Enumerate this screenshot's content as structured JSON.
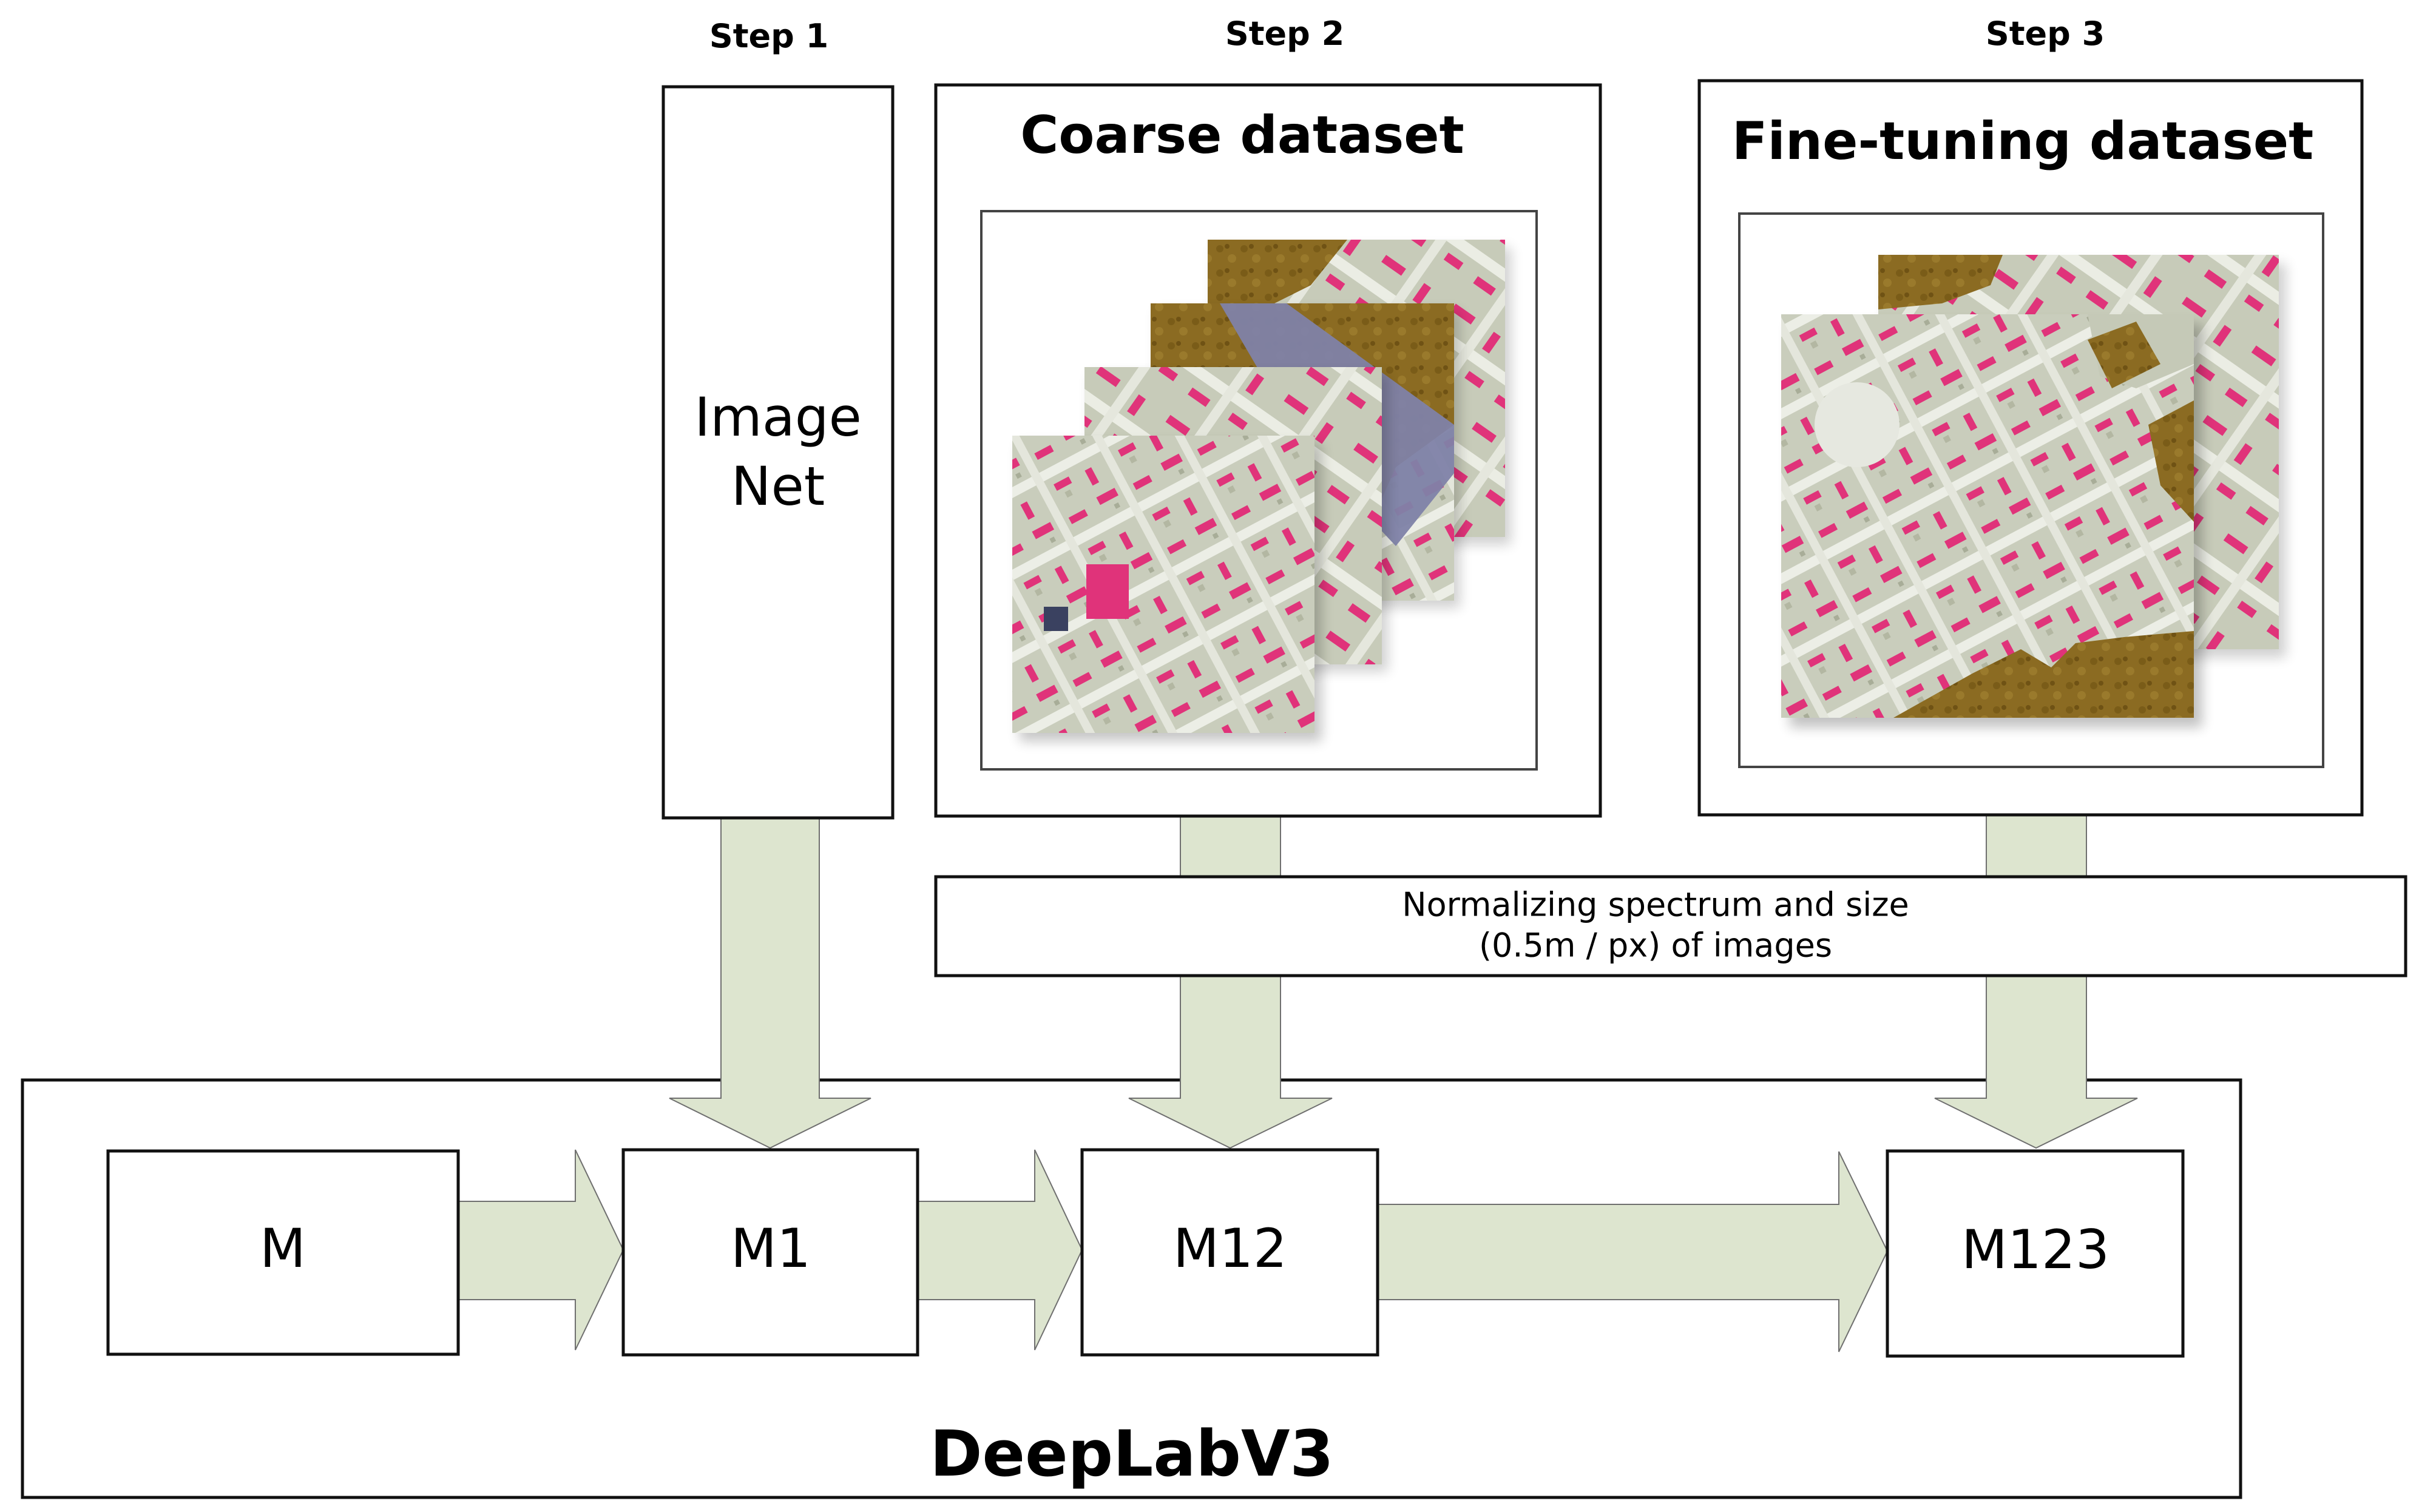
{
  "steps": {
    "step1": "Step 1",
    "step2": "Step 2",
    "step3": "Step 3"
  },
  "imagenet": {
    "line1": "Image",
    "line2": "Net"
  },
  "coarse_dataset": {
    "title": "Coarse dataset"
  },
  "finetuning_dataset": {
    "title": "Fine-tuning dataset"
  },
  "normalize": {
    "line1": "Normalizing spectrum and size",
    "line2": "(0.5m / px) of images"
  },
  "model": {
    "name": "DeepLabV3",
    "nodes": [
      "M",
      "M1",
      "M12",
      "M123"
    ]
  },
  "colors": {
    "arrow_fill": "#dde5cf",
    "building": "#e0337a",
    "terrain": "#c4c8b4",
    "road": "#e6e8e0",
    "forest": "#8a6a1f",
    "water": "#7f82a8"
  }
}
